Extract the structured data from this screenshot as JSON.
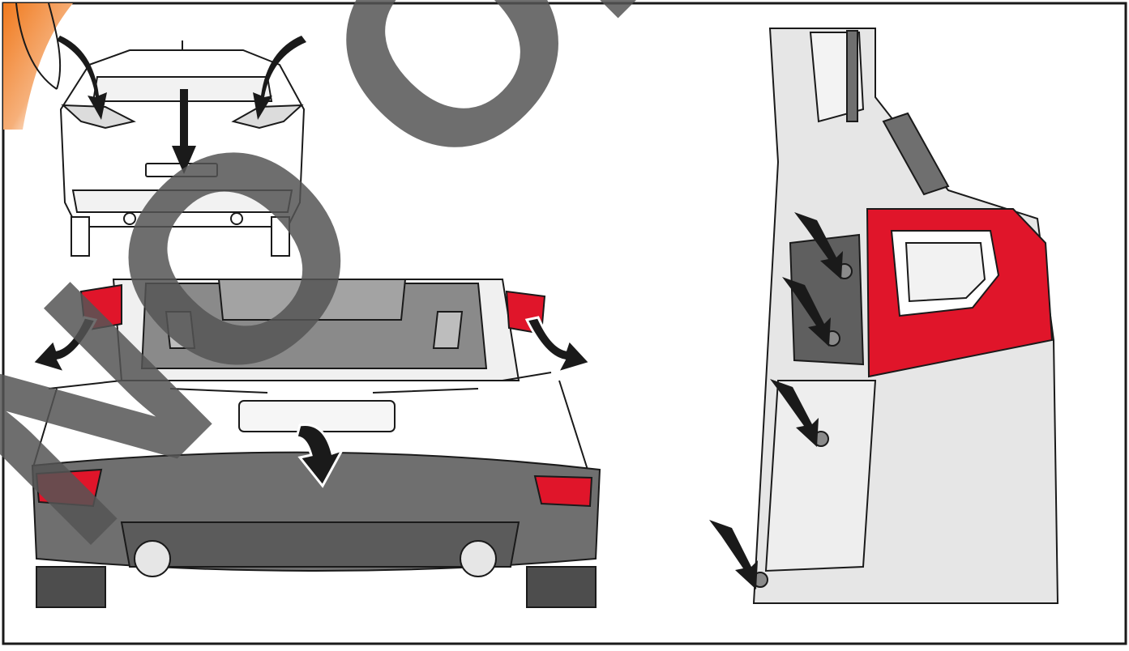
{
  "watermark": {
    "text": "NO ORIGINAL",
    "color": "#555555",
    "opacity": 0.85
  },
  "colors": {
    "frame": "#1a1a1a",
    "corner_tab": "#f07a1e",
    "lamp_red": "#e0152a",
    "bumper_grey": "#6f6f6f",
    "body_light": "#e6e6e6",
    "arrow": "#1a1a1a"
  },
  "panels": [
    {
      "name": "overview",
      "description_icon": "car-rear-view-icon"
    },
    {
      "name": "bumper-removal",
      "description_icon": "bumper-detached-icon"
    },
    {
      "name": "side-fasteners",
      "description_icon": "tail-light-side-icon"
    }
  ]
}
